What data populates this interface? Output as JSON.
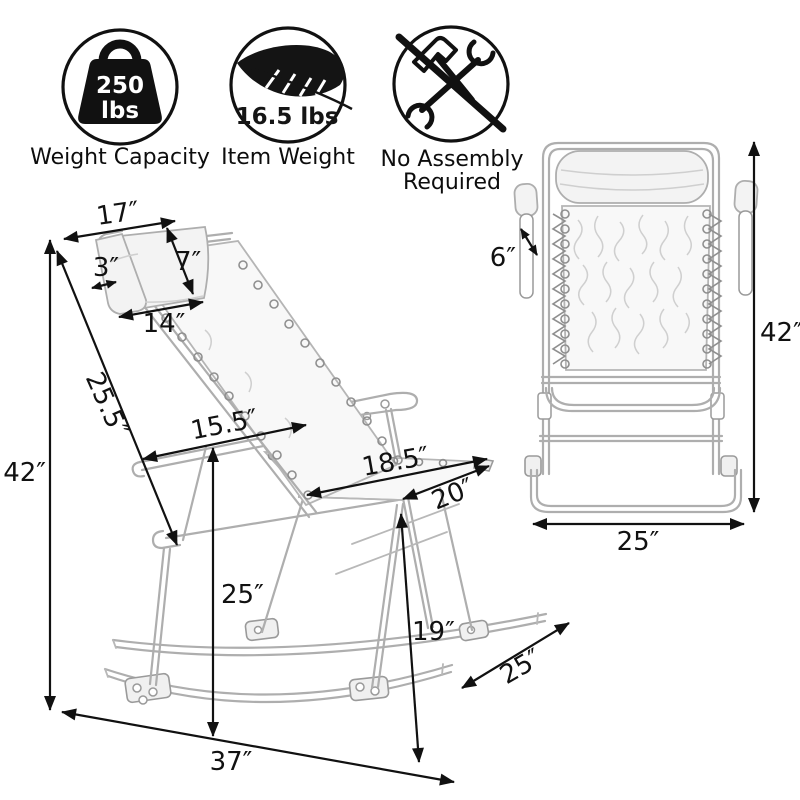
{
  "badges": [
    {
      "id": "weight-capacity",
      "icon": "weight-icon",
      "value_lines": [
        "250",
        "lbs"
      ],
      "label": "Weight Capacity"
    },
    {
      "id": "item-weight",
      "icon": "feather-icon",
      "value": "16.5 lbs",
      "label": "Item Weight"
    },
    {
      "id": "no-assembly",
      "icon": "no-tools-icon",
      "label_lines": [
        "No Assembly",
        "Required"
      ]
    }
  ],
  "side_view": {
    "description": "folding rocking chair side view line drawing",
    "dims": {
      "headrest_top_width": "17″",
      "pillow_strap_width": "3″",
      "headrest_height": "7″",
      "headrest_bottom_width": "14″",
      "backrest_length": "25.5″",
      "overall_height": "42″",
      "armrest_length": "15.5″",
      "seat_depth": "18.5″",
      "seat_front_edge": "20″",
      "armrest_height": "25″",
      "seat_height": "19″",
      "rocker_depth": "25″",
      "base_length": "37″"
    }
  },
  "front_view": {
    "description": "folding rocking chair front view line drawing",
    "dims": {
      "headrest_side_height": "6″",
      "overall_height": "42″",
      "base_width": "25″"
    }
  },
  "colors": {
    "background": "#ffffff",
    "line_art": "#aeaeae",
    "dimension": "#111111"
  }
}
